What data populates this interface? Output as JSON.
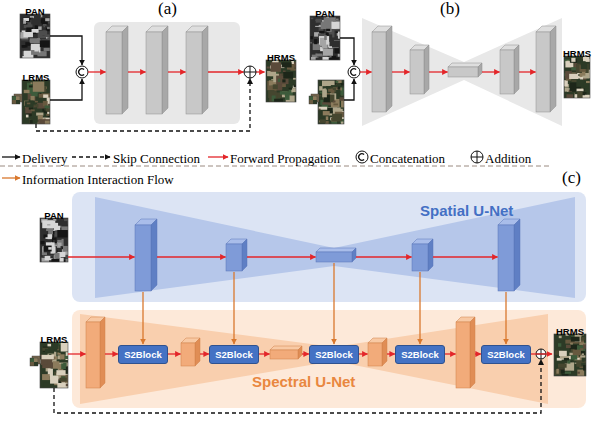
{
  "diagram": {
    "nodes": [
      {
        "text": [
          "PAN"
        ]
      },
      {
        "text": [
          "LRMS"
        ]
      },
      {
        "text": [
          "HRMS"
        ]
      },
      {
        "text": [
          "PAN"
        ]
      },
      {
        "text": [
          "HRMS"
        ]
      },
      {
        "text": [
          "Spatial U-Net"
        ]
      },
      {
        "text": [
          "PAN"
        ]
      },
      {
        "text": [
          "Spectral U-Net"
        ]
      },
      {
        "text": [
          "LRMS"
        ]
      },
      {
        "text": [
          "S2Block"
        ],
        "in": 7
      },
      {
        "text": [
          "S2Block"
        ],
        "in": 7
      },
      {
        "text": [
          "S2Block"
        ],
        "in": 7
      },
      {
        "text": [
          "S2Block"
        ],
        "in": 7
      },
      {
        "text": [
          "S2Block"
        ],
        "in": 7
      },
      {
        "text": [
          "HRMS"
        ]
      }
    ],
    "edges": [
      {
        "from": 13,
        "to": 14,
        "arrow": "to"
      }
    ],
    "labels": [
      "(a)",
      "(b)",
      "(c)"
    ],
    "legend": [
      {
        "text": "Delivery"
      },
      {
        "text": "Skip Connection"
      },
      {
        "text": "Forward Propagation"
      },
      {
        "text": "Concatenation"
      },
      {
        "text": "Addition"
      },
      {
        "text": "Information Interaction Flow"
      }
    ]
  }
}
